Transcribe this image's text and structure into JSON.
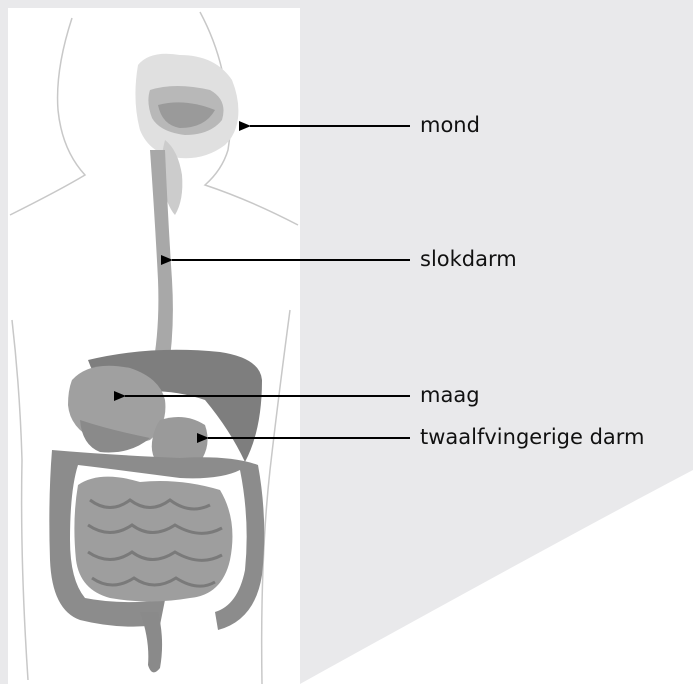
{
  "diagram": {
    "labels": [
      {
        "id": "mond",
        "text": "mond"
      },
      {
        "id": "slokdarm",
        "text": "slokdarm"
      },
      {
        "id": "maag",
        "text": "maag"
      },
      {
        "id": "twaalfvingerige-darm",
        "text": "twaalfvingerige darm"
      }
    ]
  },
  "colors": {
    "background_gray": "#e9e9eb",
    "panel_white": "#ffffff",
    "body_outline": "#c8c8c8",
    "organ_dark": "#8e8e8e",
    "organ_mid": "#a6a6a6",
    "organ_light": "#bdbdbd",
    "arrow": "#000000"
  }
}
